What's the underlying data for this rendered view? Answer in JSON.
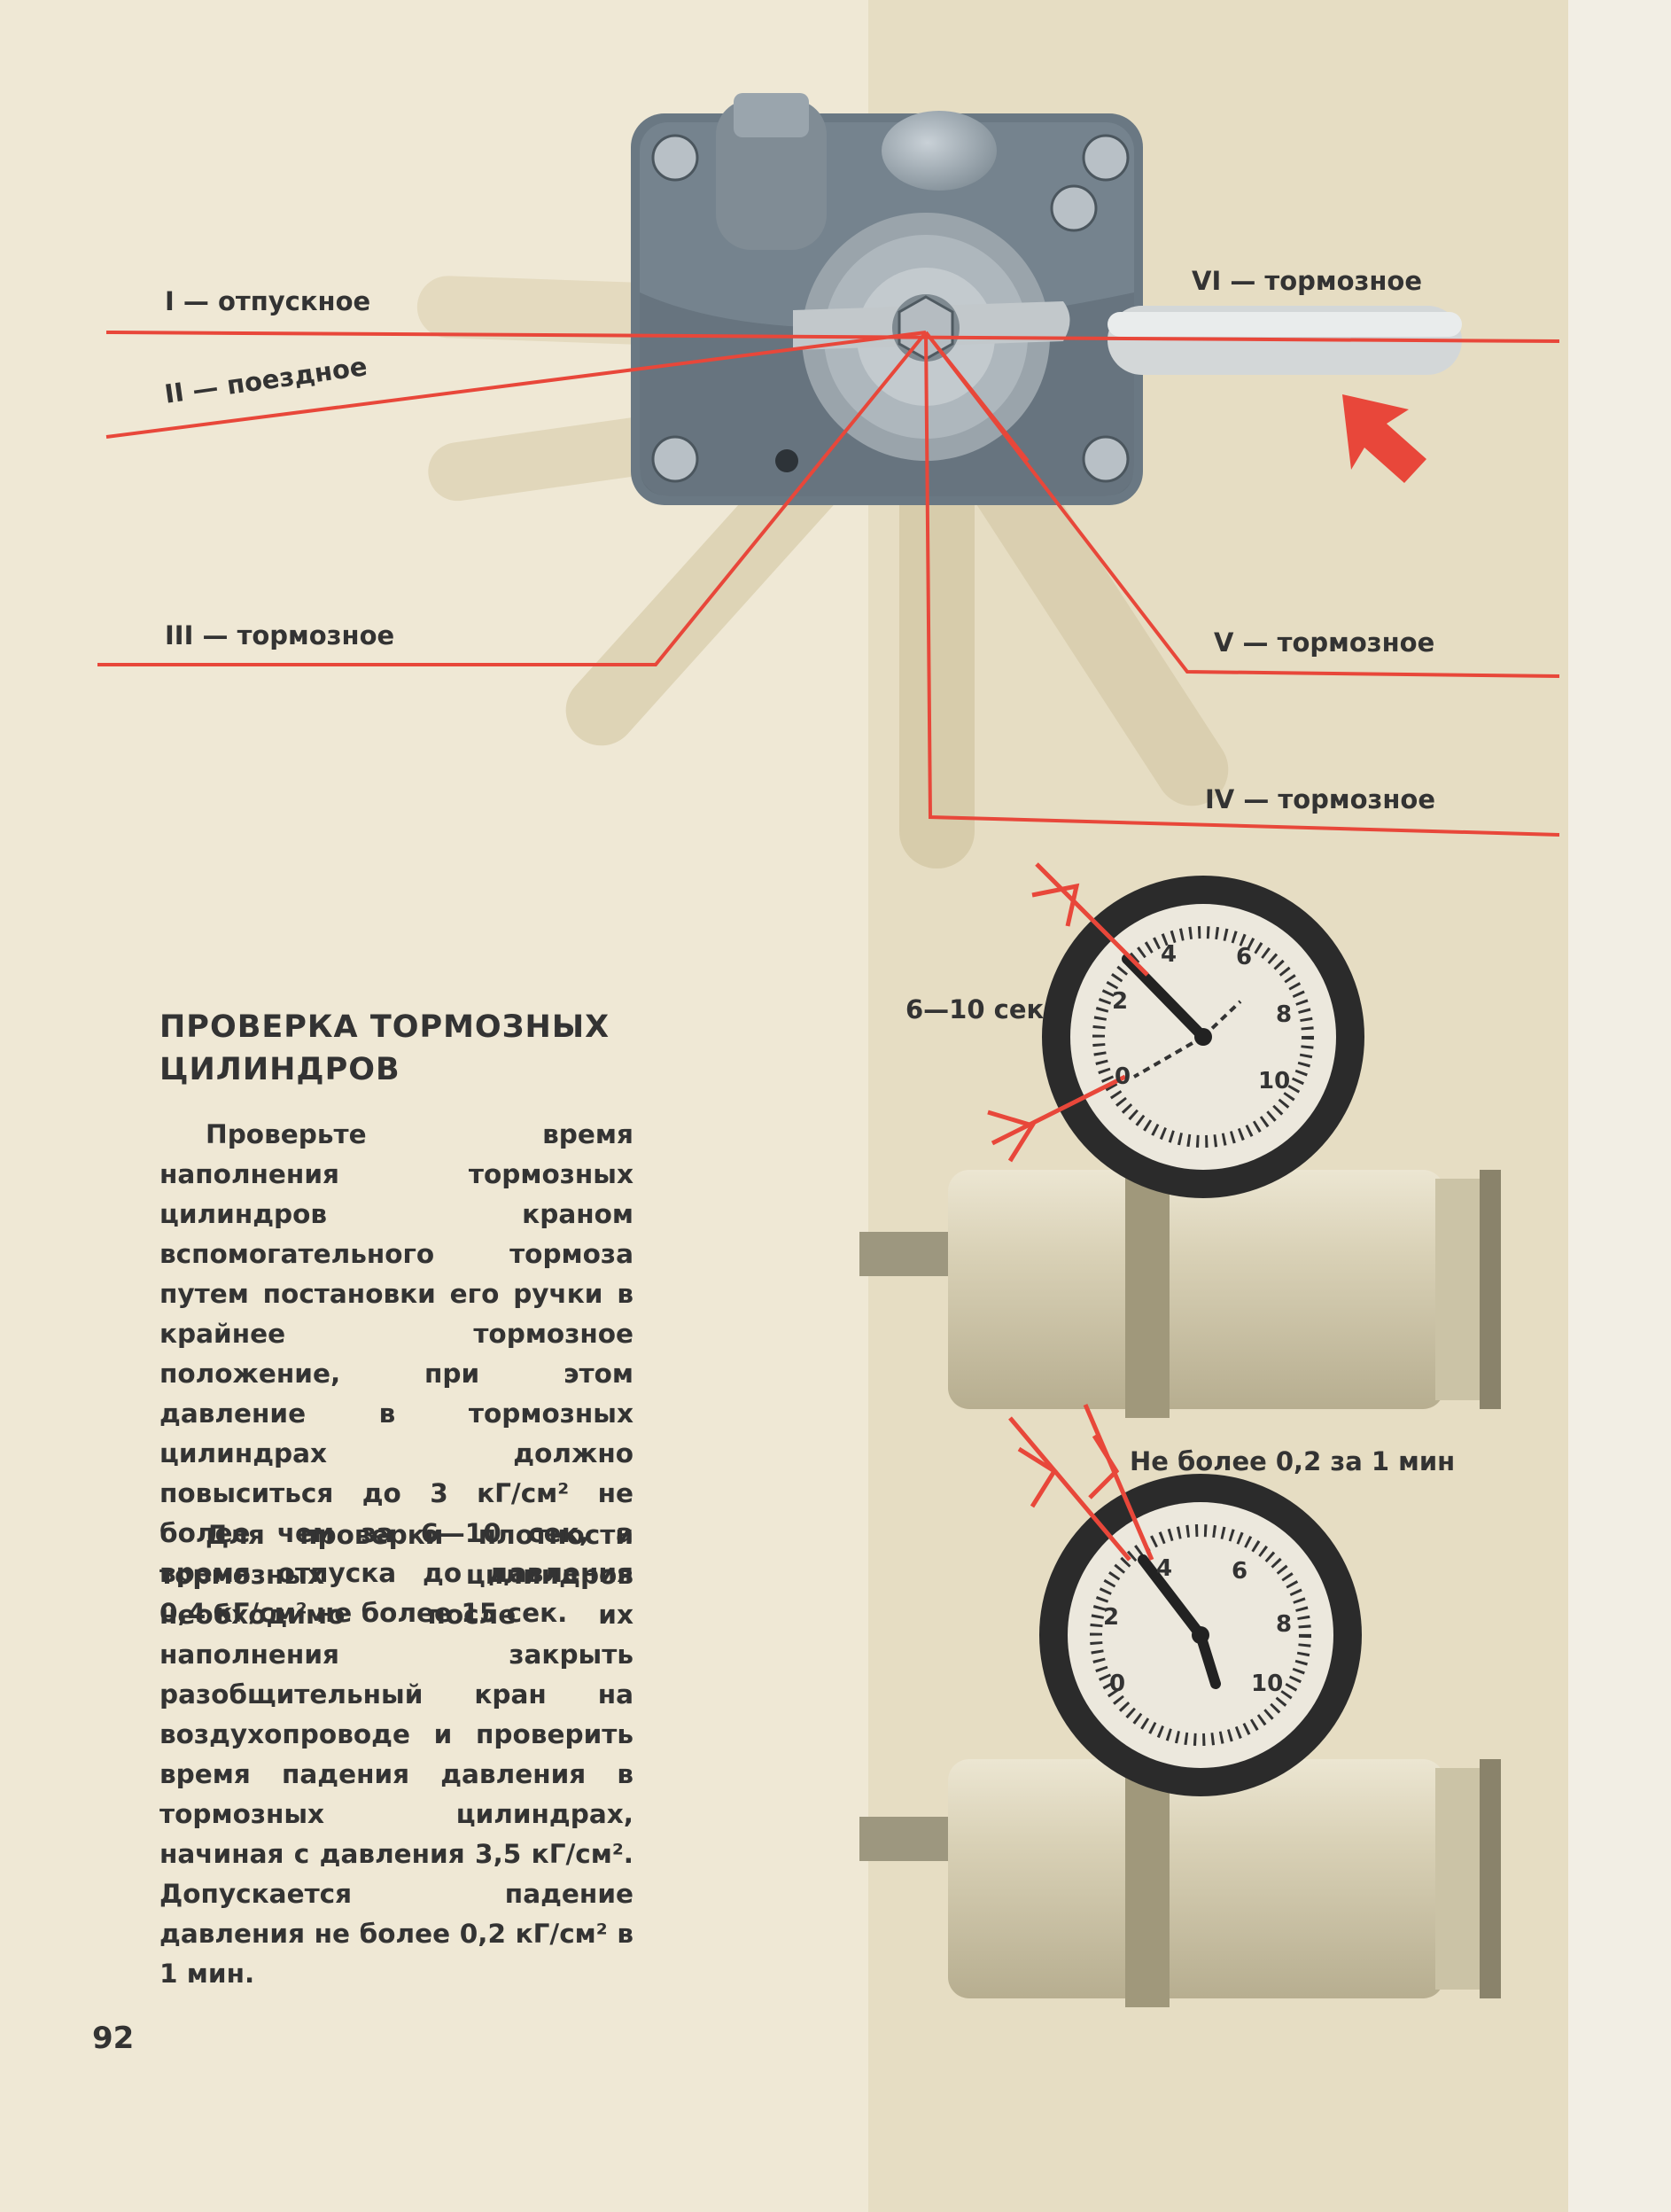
{
  "diagram": {
    "positions": [
      {
        "label": "I — отпускное"
      },
      {
        "label": "II — поездное"
      },
      {
        "label": "III — тормозное"
      },
      {
        "label": "IV — тормозное"
      },
      {
        "label": "V — тормозное"
      },
      {
        "label": "VI — тормозное"
      }
    ],
    "gauge_scale": [
      "0",
      "2",
      "4",
      "6",
      "8",
      "10"
    ],
    "caption_fill_time": "6—10 сек",
    "caption_leak_rate": "Не более 0,2 за 1 мин"
  },
  "article": {
    "title": "ПРОВЕРКА ТОРМОЗНЫХ ЦИЛИНДРОВ",
    "paragraph_1": "Проверьте время наполнения тормозных цилиндров краном вспомогательного тормоза путем постановки его ручки в крайнее тормозное положение, при этом давление в тормозных цилиндрах должно повыситься до 3 кГ/см² не более чем за 6—10 сек, а время отпуска до давления 0,4 кГ/см² не более 15 сек.",
    "paragraph_2": "Для проверки плотности тормозных цилиндров необходимо после их наполнения закрыть разобщительный кран на воздухопроводе и проверить время падения давления в тормозных цилиндрах, начиная с давления 3,5 кГ/см². Допускается падение давления не более 0,2 кГ/см² в 1 мин."
  },
  "page_number": "92",
  "colors": {
    "accent_red": "#e8473a",
    "valve_gray": "#6d7b86",
    "gauge_rim": "#2b2b2b"
  }
}
